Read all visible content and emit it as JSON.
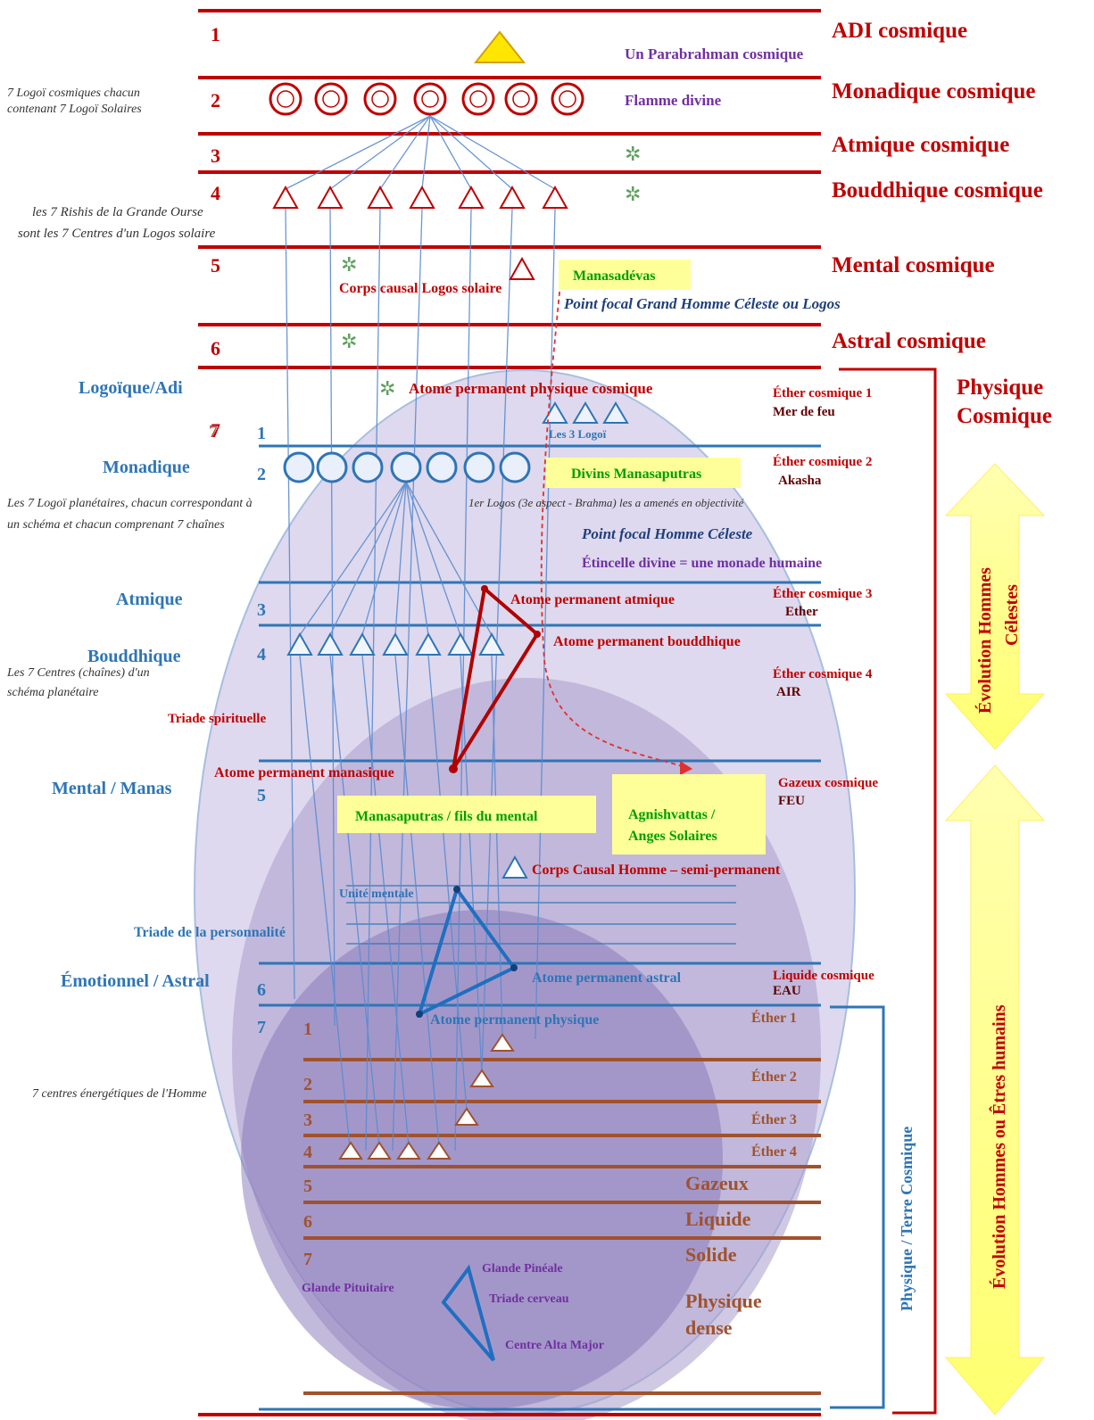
{
  "cosmic_planes": [
    {
      "num": "1",
      "name": "ADI cosmique"
    },
    {
      "num": "2",
      "name": "Monadique cosmique"
    },
    {
      "num": "3",
      "name": "Atmique cosmique"
    },
    {
      "num": "4",
      "name": "Bouddhique cosmique"
    },
    {
      "num": "5",
      "name": "Mental cosmique"
    },
    {
      "num": "6",
      "name": "Astral cosmique"
    },
    {
      "num": "7",
      "name": "Physique Cosmique"
    }
  ],
  "cosmic_labels": {
    "parabrahman": "Un Parabrahman cosmique",
    "flamme": "Flamme divine",
    "logoi_note_1": "7 Logoï cosmiques chacun",
    "logoi_note_2": "contenant 7 Logoï Solaires",
    "rishis_1": "les 7 Rishis de la Grande Ourse",
    "rishis_2": "sont les 7 Centres d'un Logos solaire",
    "corps_causal_logos": "Corps causal Logos solaire",
    "manasadevas": "Manasadévas",
    "point_focal_grand": "Point focal  Grand Homme Céleste ou Logos",
    "atome_cosmique": "Atome permanent physique cosmique",
    "physique_cosmique_1": "Physique",
    "physique_cosmique_2": "Cosmique"
  },
  "systemic_planes": [
    {
      "num": "1",
      "name": "Logoïque/Adi"
    },
    {
      "num": "2",
      "name": "Monadique"
    },
    {
      "num": "3",
      "name": "Atmique"
    },
    {
      "num": "4",
      "name": "Bouddhique"
    },
    {
      "num": "5",
      "name": "Mental / Manas"
    },
    {
      "num": "6",
      "name": "Émotionnel / Astral"
    },
    {
      "num": "7",
      "name": ""
    }
  ],
  "ether_labels": {
    "e1a": "Éther cosmique 1",
    "e1b": "Mer de feu",
    "e2a": "Éther cosmique 2",
    "e2b": "Akasha",
    "e3a": "Éther cosmique 3",
    "e3b": "Ether",
    "e4a": "Éther cosmique 4",
    "e4b": "AIR",
    "g_a": "Gazeux cosmique",
    "g_b": "FEU",
    "l_a": "Liquide cosmique",
    "l_b": "EAU"
  },
  "systemic_labels": {
    "logoi3": "Les 3 Logoï",
    "divins": "Divins Manasaputras",
    "logoi_planetaires_1": "Les 7 Logoï planétaires, chacun correspondant à",
    "logoi_planetaires_2": "un schéma et chacun comprenant 7 chaînes",
    "premier_logos": "1er Logos (3e aspect - Brahma) les a amenés en objectivité",
    "point_focal_homme": "Point focal Homme Céleste",
    "etincelle": "Étincelle divine = une monade humaine",
    "atome_atmique": "Atome permanent atmique",
    "atome_bouddhique": "Atome permanent bouddhique",
    "centres_1": "Les 7 Centres (chaînes) d'un",
    "centres_2": "schéma planétaire",
    "triade_spirituelle": "Triade spirituelle",
    "atome_manasique": "Atome permanent manasique",
    "manasaputras": "Manasaputras / fils du mental",
    "agnishvattas_1": "Agnishvattas  /",
    "agnishvattas_2": "Anges Solaires",
    "corps_causal_homme": "Corps Causal Homme – semi-permanent",
    "unite_mentale": "Unité mentale",
    "triade_personnalite": "Triade de la personnalité",
    "atome_astral": "Atome permanent astral",
    "atome_physique": "Atome permanent physique"
  },
  "terrestrial": {
    "nums": [
      "1",
      "2",
      "3",
      "4",
      "5",
      "6",
      "7"
    ],
    "ether1": "Éther 1",
    "ether2": "Éther 2",
    "ether3": "Éther 3",
    "ether4": "Éther 4",
    "gazeux": "Gazeux",
    "liquide": "Liquide",
    "solide": "Solide",
    "physique_dense_1": "Physique",
    "physique_dense_2": "dense",
    "centres_homme": "7 centres énergétiques de l'Homme",
    "glande_pineale": "Glande Pinéale",
    "glande_pituitaire": "Glande Pituitaire",
    "triade_cerveau": "Triade cerveau",
    "alta_major": "Centre Alta Major"
  },
  "side_labels": {
    "physique_terre": "Physique / Terre Cosmique",
    "evolution_celestes_1": "Évolution Hommes",
    "evolution_celestes_2": "Célestes",
    "evolution_humains": "Évolution Hommes ou Êtres humains"
  },
  "colors": {
    "red": "#c00000",
    "blue": "#2e75b6",
    "brown": "#a0522d",
    "purple": "#7030a0",
    "green": "#00a000",
    "yellow_box": "#ffff99",
    "arrow_yellow": "#ffff80"
  }
}
